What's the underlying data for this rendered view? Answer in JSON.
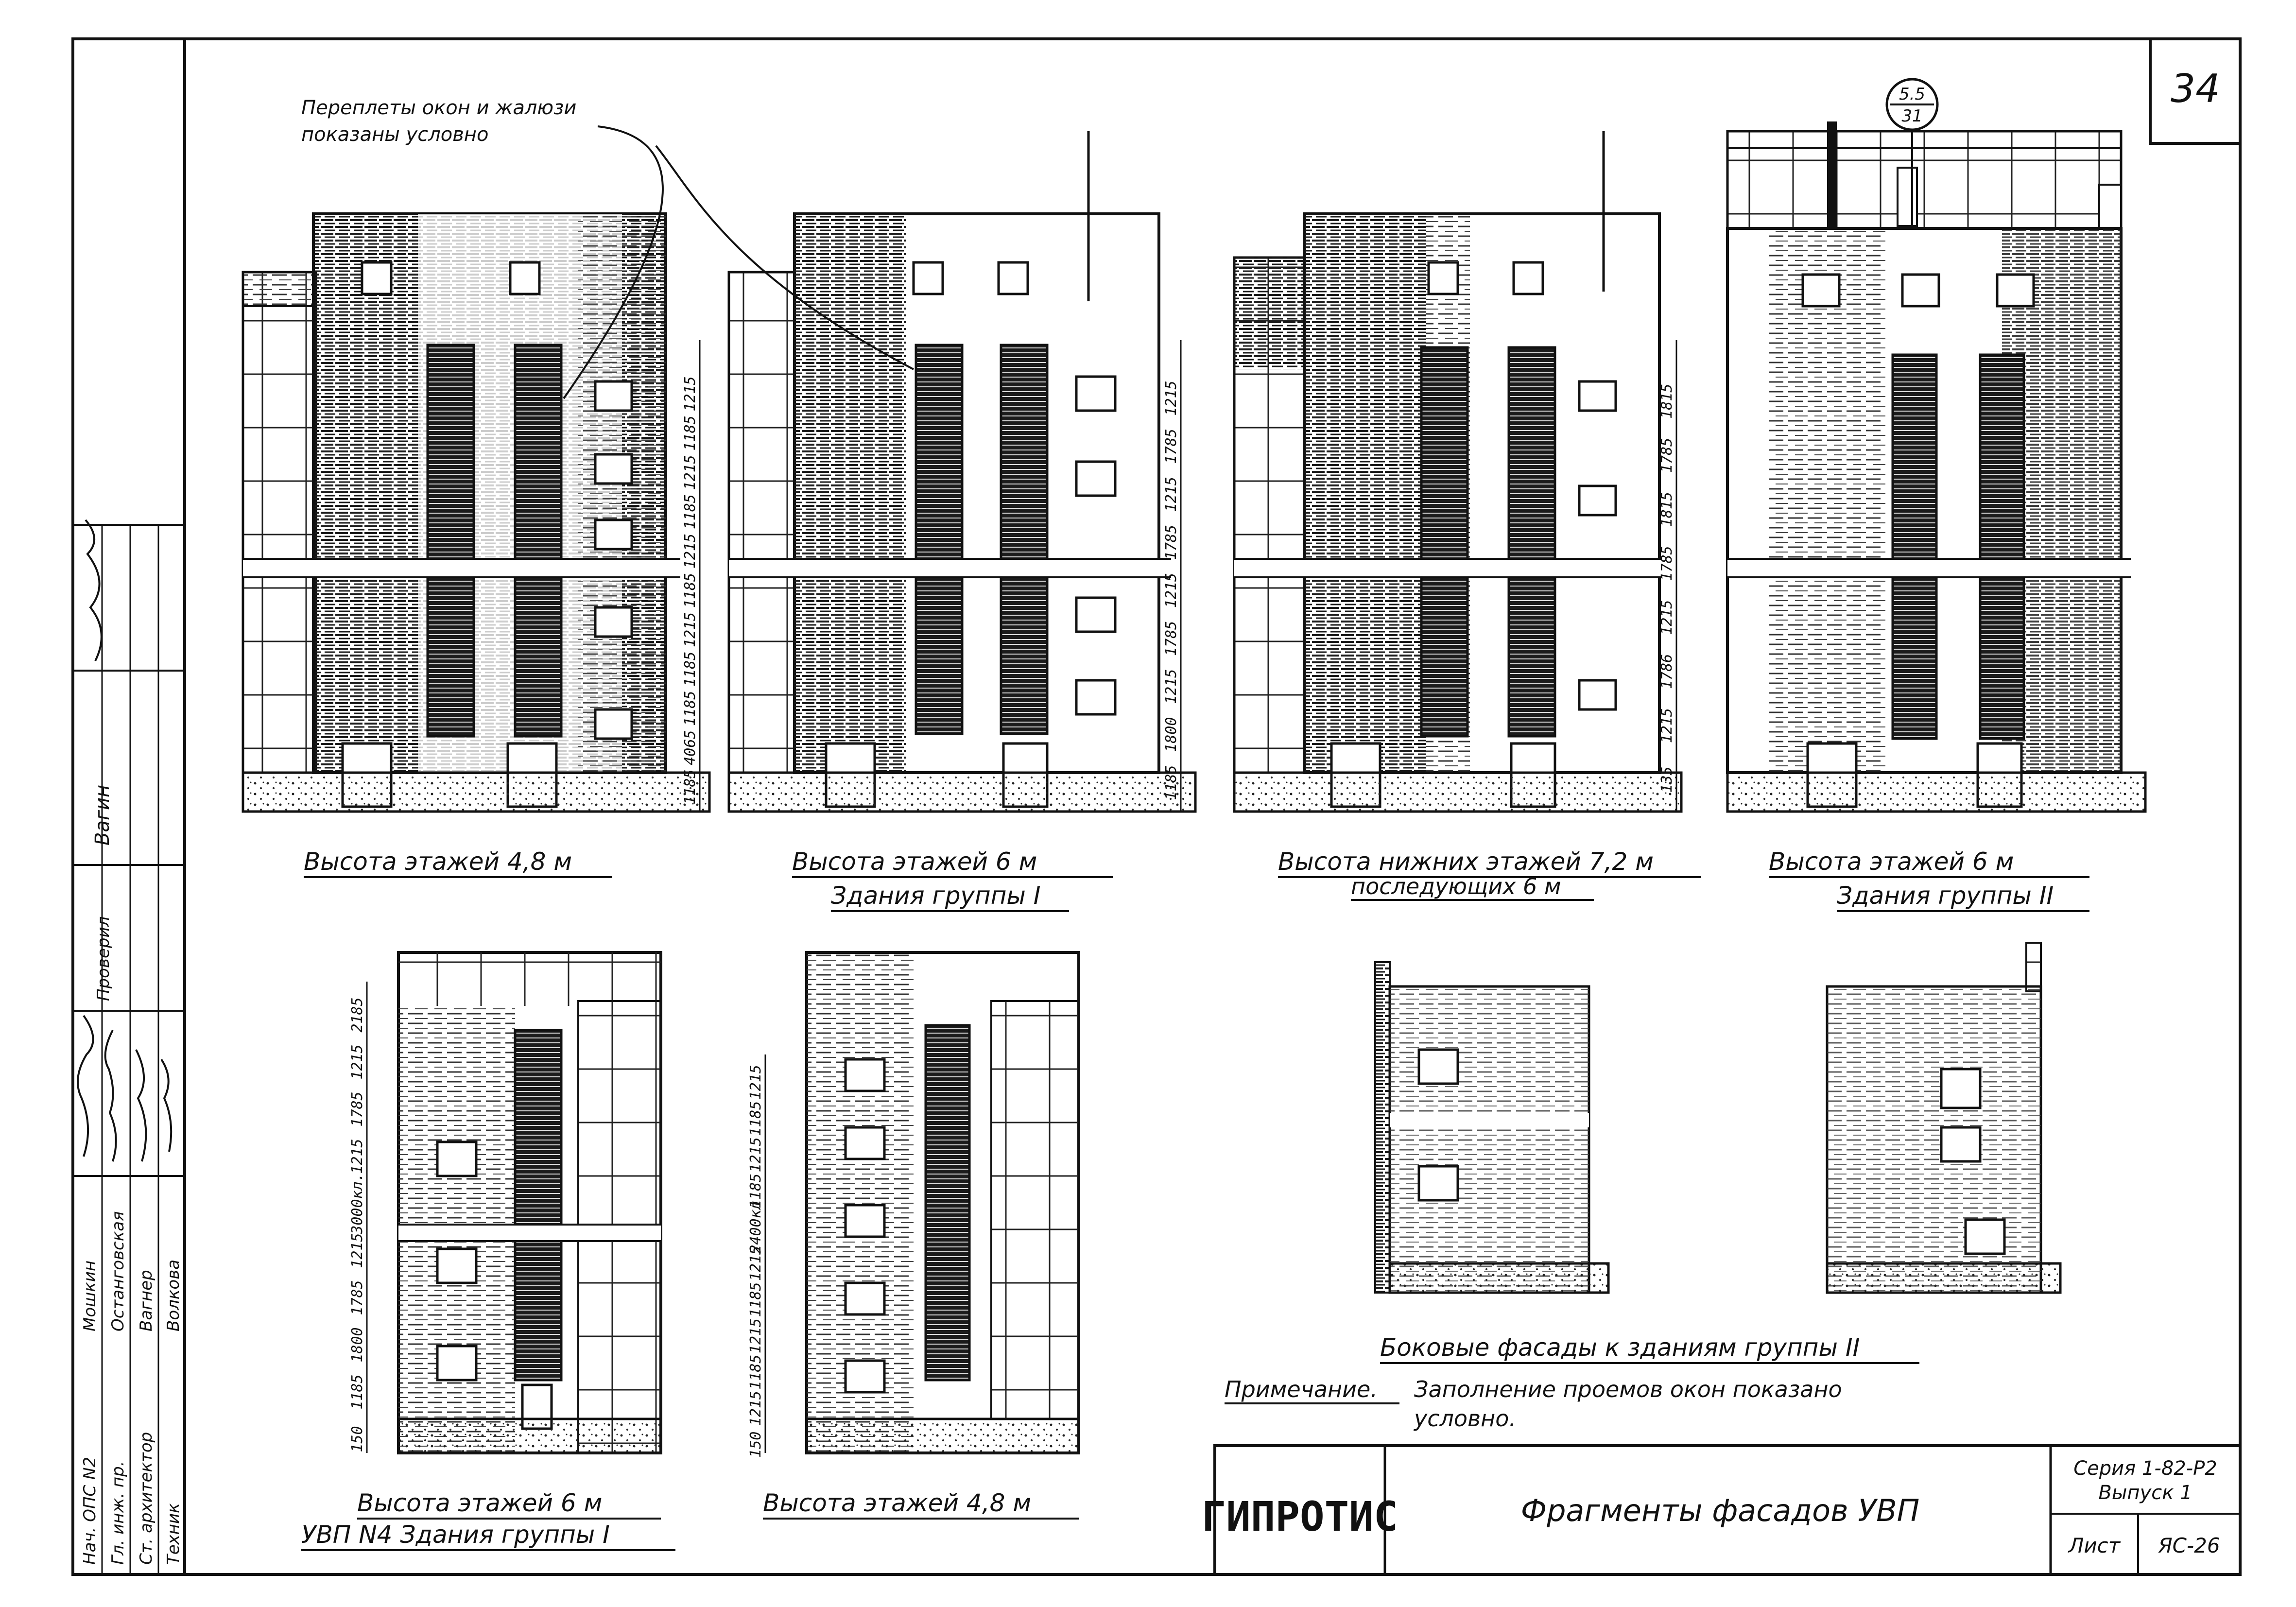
{
  "sheet_number": "34",
  "callout": {
    "line1": "Переплеты окон и жалюзи",
    "line2": "показаны условно",
    "marker_top": "5.5",
    "marker_bottom": "31"
  },
  "captions": {
    "f1": "Высота этажей 4,8 м",
    "f2_l1": "Высота этажей 6 м",
    "f2_l2": "Здания группы I",
    "f3_l1": "Высота нижних этажей 7,2 м",
    "f3_l2": "последующих 6 м",
    "f4_l1": "Высота этажей 6 м",
    "f4_l2": "Здания группы II",
    "f5_l1": "Высота этажей 6 м",
    "f5_l2": "УВП N4 Здания группы I",
    "f6": "Высота этажей 4,8 м",
    "side": "Боковые фасады к зданиям группы II"
  },
  "note": {
    "label": "Примечание.",
    "line1": "Заполнение проемов окон показано",
    "line2": "условно."
  },
  "dimensions": {
    "f1": [
      "1215",
      "1185",
      "1215",
      "1185",
      "1215",
      "1185",
      "1215",
      "1185",
      "1185",
      "4065",
      "1185"
    ],
    "f2": [
      "1215",
      "1785",
      "1215",
      "1785",
      "1215",
      "1785",
      "1215",
      "1800",
      "1185"
    ],
    "f3": [
      "1815",
      "1785",
      "1815",
      "1785",
      "1215",
      "1786",
      "1215",
      "135"
    ],
    "f5": [
      "2185",
      "1215",
      "1785",
      "1215",
      "3000кл.",
      "1215",
      "1785",
      "1800",
      "1185",
      "150"
    ],
    "f6": [
      "1215",
      "1185",
      "1215",
      "1185",
      "2400кл",
      "1215",
      "1185",
      "1215",
      "1185",
      "1215",
      "150"
    ]
  },
  "stamp": {
    "rows": [
      {
        "position": "Нач. ОПС N2",
        "name": "Мошкин"
      },
      {
        "position": "Гл. инж. пр.",
        "name": "Останговская"
      },
      {
        "position": "Ст. архитектор",
        "name": "Вагнер"
      },
      {
        "position": "Техник",
        "name": "Волкова"
      }
    ],
    "check_label": "Проверил",
    "checker_name": "Вагин",
    "org": "ГИПРОТИС",
    "title": "Фрагменты фасадов УВП",
    "series": "Серия 1-82-Р2",
    "issue": "Выпуск 1",
    "sheet_label": "Лист",
    "sheet_code": "ЯС-26"
  },
  "colors": {
    "ink": "#111111",
    "paper": "#ffffff",
    "hatch": "#222222"
  }
}
